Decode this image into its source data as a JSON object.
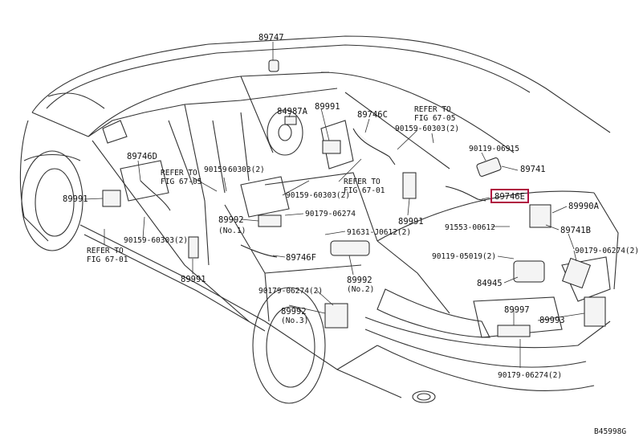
{
  "diagram_id": "B45998G",
  "highlight_color": "#b01040",
  "labels": {
    "p89747": "89747",
    "p84987a": "84987A",
    "p89991_top": "89991",
    "p89746c": "89746C",
    "refer_top_1": "REFER TO",
    "refer_top_2": "FIG 67-05",
    "p90159_60303_a": "90159-60303(2)",
    "p90119_06915": "90119-06915",
    "p89741": "89741",
    "p89746e": "89746E",
    "p89990a": "89990A",
    "p89746d": "89746D",
    "refer_mid_1": "REFER TO",
    "refer_mid_2": "FIG 67-05",
    "p90159": "90159",
    "p60303_2": "60303(2)",
    "refer_mid2_1": "REFER TO",
    "refer_mid2_2": "FIG 67-01",
    "p90159_60303_b": "90159-60303(2)",
    "p89991_left": "89991",
    "p89991_center": "89991",
    "p90179_06274_a": "90179-06274",
    "p89992_no1": "89992",
    "no1": "(No.1)",
    "p91553_00612": "91553-00612",
    "p91631_j0612": "91631-J0612(2)",
    "p90159_60303_c": "90159-60303(2)",
    "refer_left_1": "REFER TO",
    "refer_left_2": "FIG 67-01",
    "p89741b": "89741B",
    "p89746f": "89746F",
    "p90119_05019": "90119-05019(2)",
    "p90179_06274_b": "90179-06274(2)",
    "p89991_low": "89991",
    "p84945": "84945",
    "p89992_no2": "89992",
    "no2": "(No.2)",
    "p90179_06274_c": "90179-06274(2)",
    "p89992_no3": "89992",
    "no3": "(No.3)",
    "p89997": "89997",
    "p89993": "89993",
    "p90179_06274_d": "90179-06274(2)"
  }
}
